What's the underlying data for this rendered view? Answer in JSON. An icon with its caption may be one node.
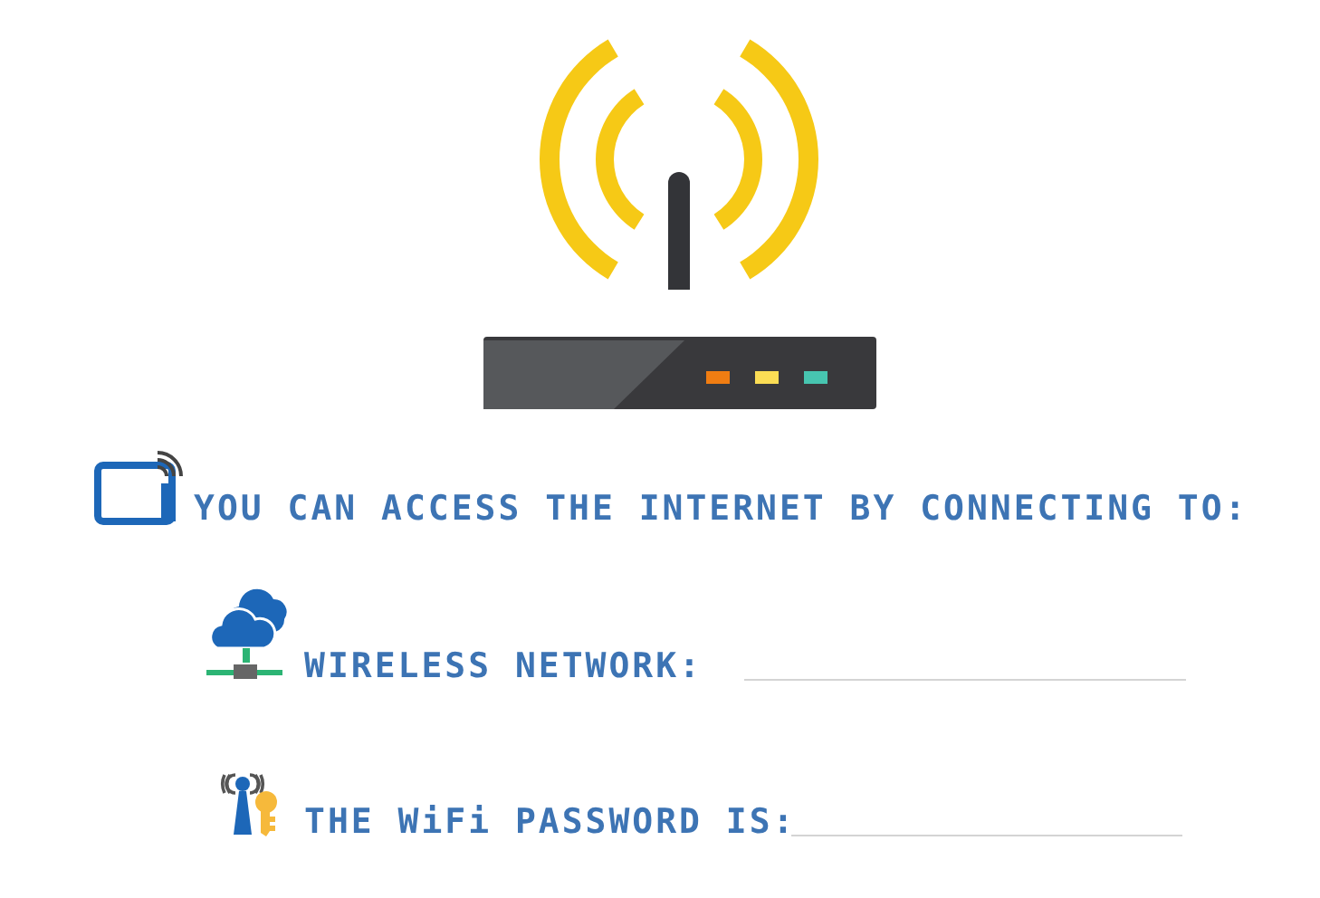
{
  "diagram": {
    "labels": [
      "YOU CAN ACCESS THE INTERNET BY CONNECTING TO:",
      "WIRELESS NETWORK:",
      "THE WiFi PASSWORD IS:"
    ]
  }
}
